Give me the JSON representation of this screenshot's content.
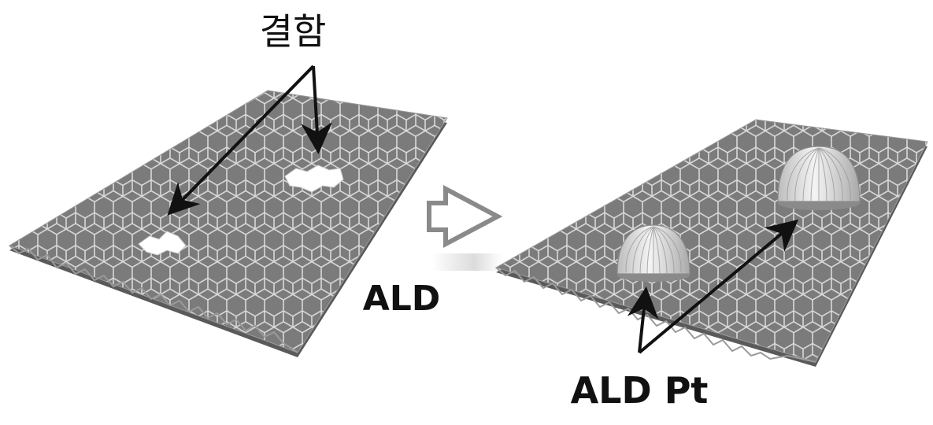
{
  "labels": {
    "defect": "결함",
    "process": "ALD",
    "product": "ALD Pt"
  },
  "colors": {
    "hex_fill": "#7b7b7b",
    "hex_stroke": "#d9d9d9",
    "hex_side": "#5a5a5a",
    "dome": "#e6e6e6",
    "arrow": "#111111",
    "process_arrow": "#8a8a8a"
  },
  "icons": [
    "hex-sheet",
    "process-arrow-icon",
    "pt-dome",
    "pointer-arrow"
  ]
}
